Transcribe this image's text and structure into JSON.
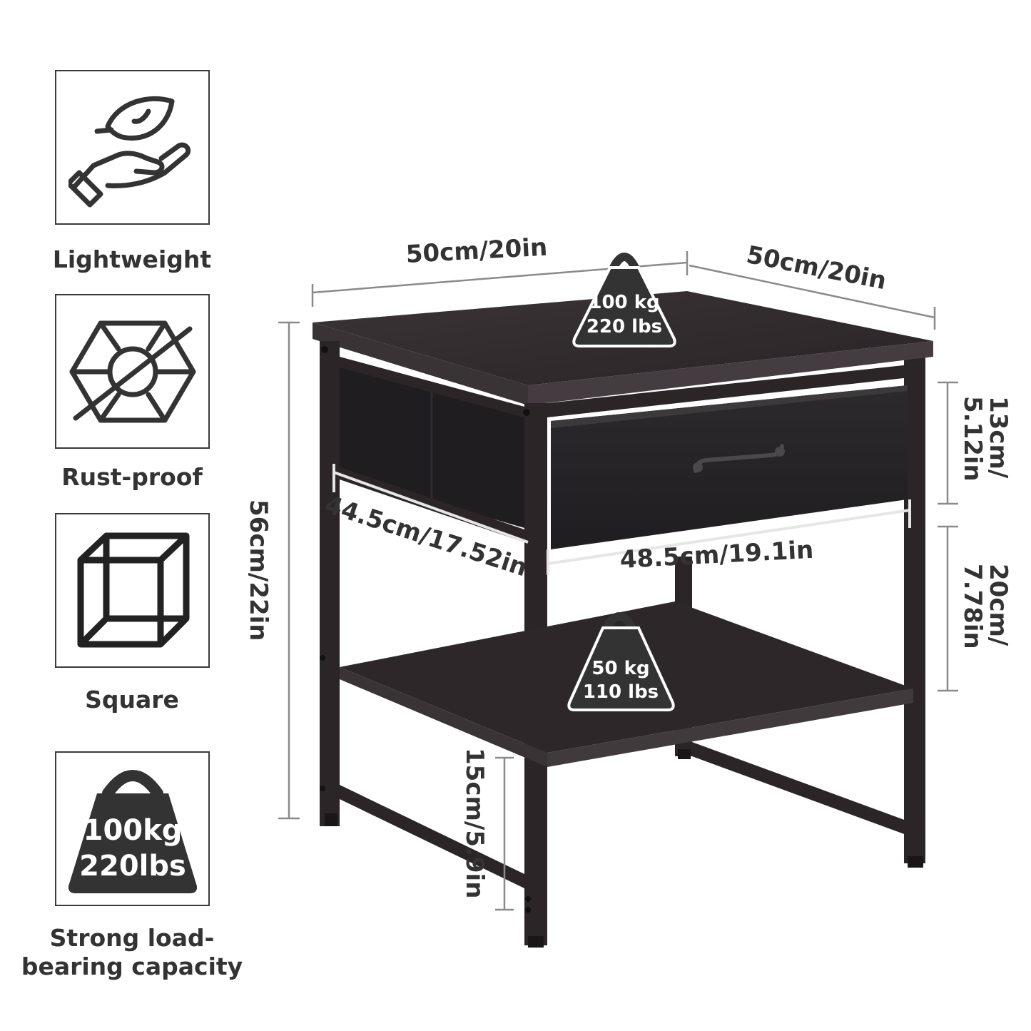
{
  "features": [
    {
      "icon": "hand-leaf-icon",
      "label": "Lightweight"
    },
    {
      "icon": "rust-proof-icon",
      "label": "Rust-proof"
    },
    {
      "icon": "cube-icon",
      "label": "Square"
    },
    {
      "icon": "weight-icon",
      "label": "Strong load-bearing capacity",
      "weight_line1": "100kg",
      "weight_line2": "220lbs"
    }
  ],
  "dimensions": {
    "top_width": "50cm/20in",
    "top_depth": "50cm/20in",
    "height": "56cm/22in",
    "inner_depth": "44.5cm/17.52in",
    "drawer_width": "48.5cm/19.1in",
    "drawer_height": "13cm/5.12in",
    "shelf_gap": "20cm/7.78in",
    "floor_clearance": "15cm/5.9in"
  },
  "loads": {
    "top": {
      "line1": "100 kg",
      "line2": "220 lbs"
    },
    "shelf": {
      "line1": "50 kg",
      "line2": "110 lbs"
    }
  },
  "colors": {
    "frame": "#2b2528",
    "wood_top": "#2f292c",
    "fabric": "#262427",
    "dim_line": "#8a8a8a",
    "text": "#333333"
  }
}
